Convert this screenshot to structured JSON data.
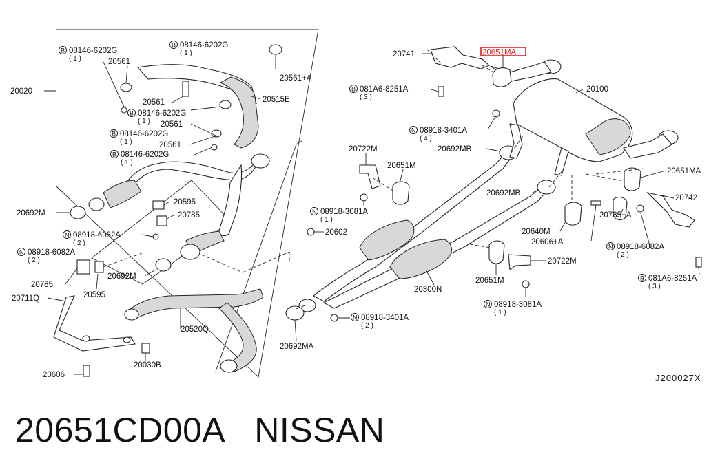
{
  "callouts": {
    "c20020": "20020",
    "b1": "08146-6202G",
    "b1q": "( 1 )",
    "b2": "08146-6202G",
    "b2q": "( 1 )",
    "c20561a": "20561",
    "c20561pa": "20561+A",
    "c20515e": "20515E",
    "c20561b": "20561",
    "b3": "08146-6202G",
    "b3q": "( 1 )",
    "c20561c": "20561",
    "b4": "08146-6202G",
    "b4q": "( 1 )",
    "c20561d": "20561",
    "b5": "08146-6202G",
    "b5q": "( 1 )",
    "c20595a": "20595",
    "c20785a": "20785",
    "c20692m_a": "20692M",
    "n1": "08918-6082A",
    "n1q": "( 2 )",
    "n2": "08918-6082A",
    "n2q": "( 2 )",
    "c20785b": "20785",
    "c20595b": "20595",
    "c20692m_b": "20692M",
    "c20711q": "20711Q",
    "c20520q": "20520Q",
    "c20606": "20606",
    "c20030b": "20030B",
    "c20741": "20741",
    "c20651ma_top": "20651MA",
    "b6": "081A6-8251A",
    "b6q": "( 3 )",
    "c20100": "20100",
    "n3": "08918-3401A",
    "n3q": "( 4 )",
    "c20722m_a": "20722M",
    "c20651m_a": "20651M",
    "c20692mb_a": "20692MB",
    "n4": "08918-3081A",
    "n4q": "( 1 )",
    "c20602": "20602",
    "c20692mb_b": "20692MB",
    "c20651ma_r": "20651MA",
    "c20742": "20742",
    "c20640m": "20640M",
    "c20785pa": "20785+A",
    "c20606pa": "20606+A",
    "n5": "08918-6082A",
    "n5q": "( 2 )",
    "c20722m_b": "20722M",
    "c20651m_b": "20651M",
    "c20300n": "20300N",
    "b7": "081A6-8251A",
    "b7q": "( 3 )",
    "n6": "08918-3081A",
    "n6q": "( 1 )",
    "n7": "08918-3401A",
    "n7q": "( 2 )",
    "c20692ma": "20692MA"
  },
  "symbols": {
    "bolt": "B",
    "nut": "N"
  },
  "highlight": {
    "color": "#e02020",
    "part": "20651MA"
  },
  "figure_code": "J200027X",
  "footer": {
    "part_number": "20651CD00A",
    "brand": "NISSAN"
  }
}
